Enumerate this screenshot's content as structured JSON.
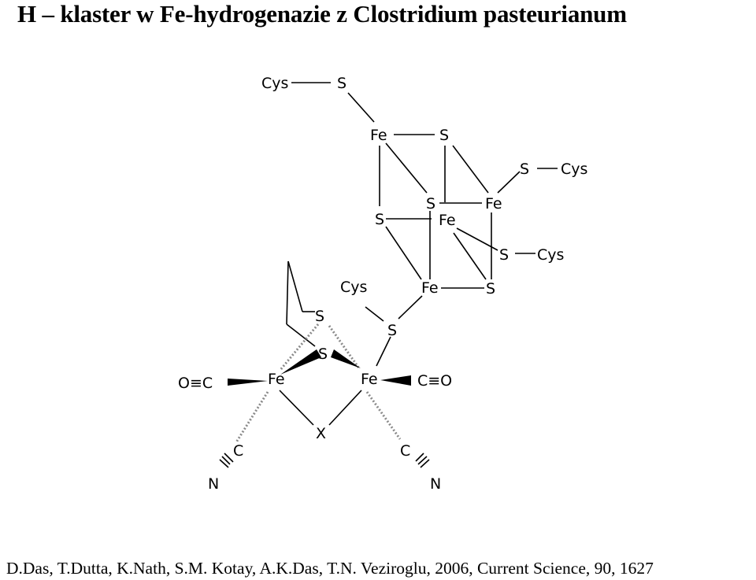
{
  "title": "H – klaster w Fe-hydrogenazie z Clostridium pasteurianum",
  "citation": "D.Das, T.Dutta, K.Nath, S.M. Kotay, A.K.Das, T.N. Veziroglu, 2006, Current Science, 90, 1627",
  "diagram": {
    "labels": {
      "cys_top": "Cys",
      "s_top": "S",
      "fe1": "Fe",
      "s1": "S",
      "s_cys_right": "S",
      "cys_right": "Cys",
      "s2": "S",
      "fe2": "Fe",
      "s3": "S",
      "fe3": "Fe",
      "s_cys_mid": "S",
      "cys_mid": "Cys",
      "cys_bridge": "Cys",
      "fe4": "Fe",
      "s4": "S",
      "s_bridge": "S",
      "s_pdt_top": "S",
      "s_pdt_bottom": "S",
      "fe_proximal": "Fe",
      "fe_distal": "Fe",
      "co_left": "O≡C",
      "co_right": "C≡O",
      "x_bridge": "X",
      "c_left": "C",
      "n_left": "N",
      "c_right": "C",
      "n_right": "N"
    }
  }
}
